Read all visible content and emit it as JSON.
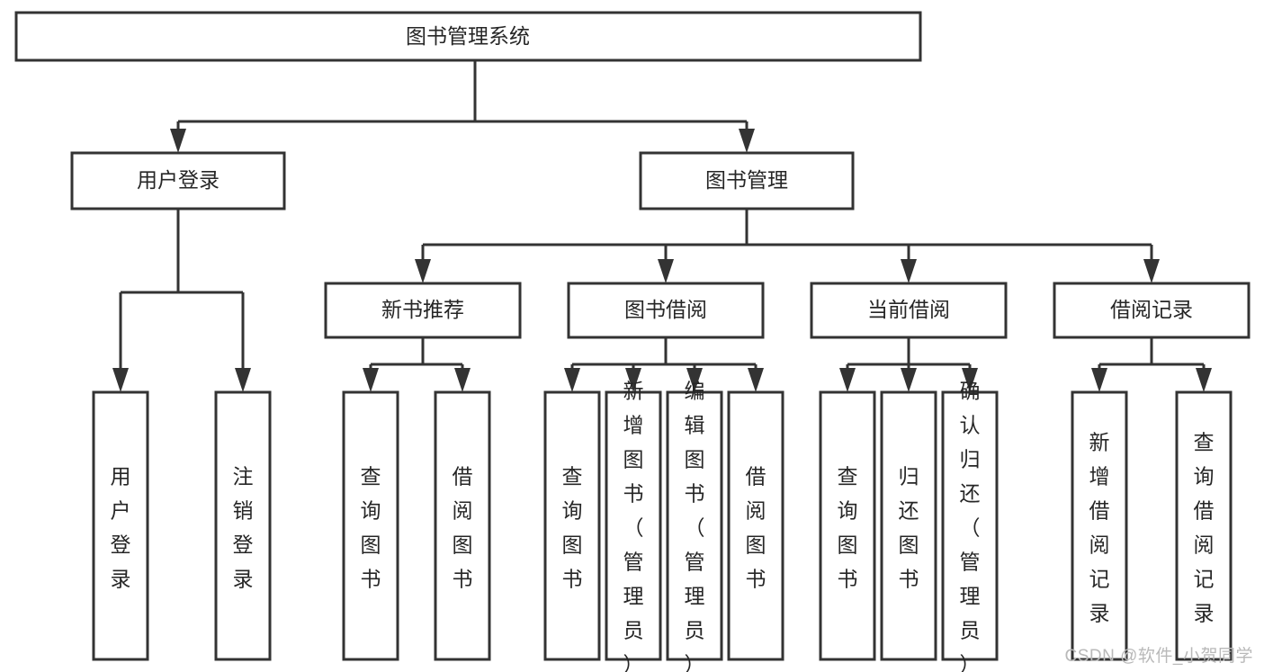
{
  "diagram": {
    "type": "tree-hierarchy",
    "orientation": "top-down",
    "root": {
      "id": "root",
      "label": "图书管理系统"
    },
    "level2": [
      {
        "id": "user-login",
        "label": "用户登录"
      },
      {
        "id": "book-manage",
        "label": "图书管理"
      }
    ],
    "level3": [
      {
        "id": "new-book-rec",
        "label": "新书推荐",
        "parent": "book-manage"
      },
      {
        "id": "book-borrow",
        "label": "图书借阅",
        "parent": "book-manage"
      },
      {
        "id": "current-borrow",
        "label": "当前借阅",
        "parent": "book-manage"
      },
      {
        "id": "borrow-record",
        "label": "借阅记录",
        "parent": "book-manage"
      }
    ],
    "leaves": [
      {
        "id": "leaf-user-login",
        "label": "用户登录",
        "parent": "user-login"
      },
      {
        "id": "leaf-logout",
        "label": "注销登录",
        "parent": "user-login"
      },
      {
        "id": "leaf-query-book-1",
        "label": "查询图书",
        "parent": "new-book-rec"
      },
      {
        "id": "leaf-borrow-book-1",
        "label": "借阅图书",
        "parent": "new-book-rec"
      },
      {
        "id": "leaf-query-book-2",
        "label": "查询图书",
        "parent": "book-borrow"
      },
      {
        "id": "leaf-add-book",
        "label": "新增图书（管理员）",
        "parent": "book-borrow"
      },
      {
        "id": "leaf-edit-book",
        "label": "编辑图书（管理员）",
        "parent": "book-borrow"
      },
      {
        "id": "leaf-borrow-book-2",
        "label": "借阅图书",
        "parent": "book-borrow"
      },
      {
        "id": "leaf-query-book-3",
        "label": "查询图书",
        "parent": "current-borrow"
      },
      {
        "id": "leaf-return-book",
        "label": "归还图书",
        "parent": "current-borrow"
      },
      {
        "id": "leaf-confirm-return",
        "label": "确认归还（管理员）",
        "parent": "current-borrow"
      },
      {
        "id": "leaf-add-record",
        "label": "新增借阅记录",
        "parent": "borrow-record"
      },
      {
        "id": "leaf-query-record",
        "label": "查询借阅记录",
        "parent": "borrow-record"
      }
    ]
  },
  "watermark": {
    "text": "CSDN @软件_小贺同学"
  },
  "colors": {
    "stroke": "#333333",
    "box_fill": "#ffffff",
    "text": "#262626",
    "watermark": "#b9b9b9",
    "background": "#ffffff"
  }
}
